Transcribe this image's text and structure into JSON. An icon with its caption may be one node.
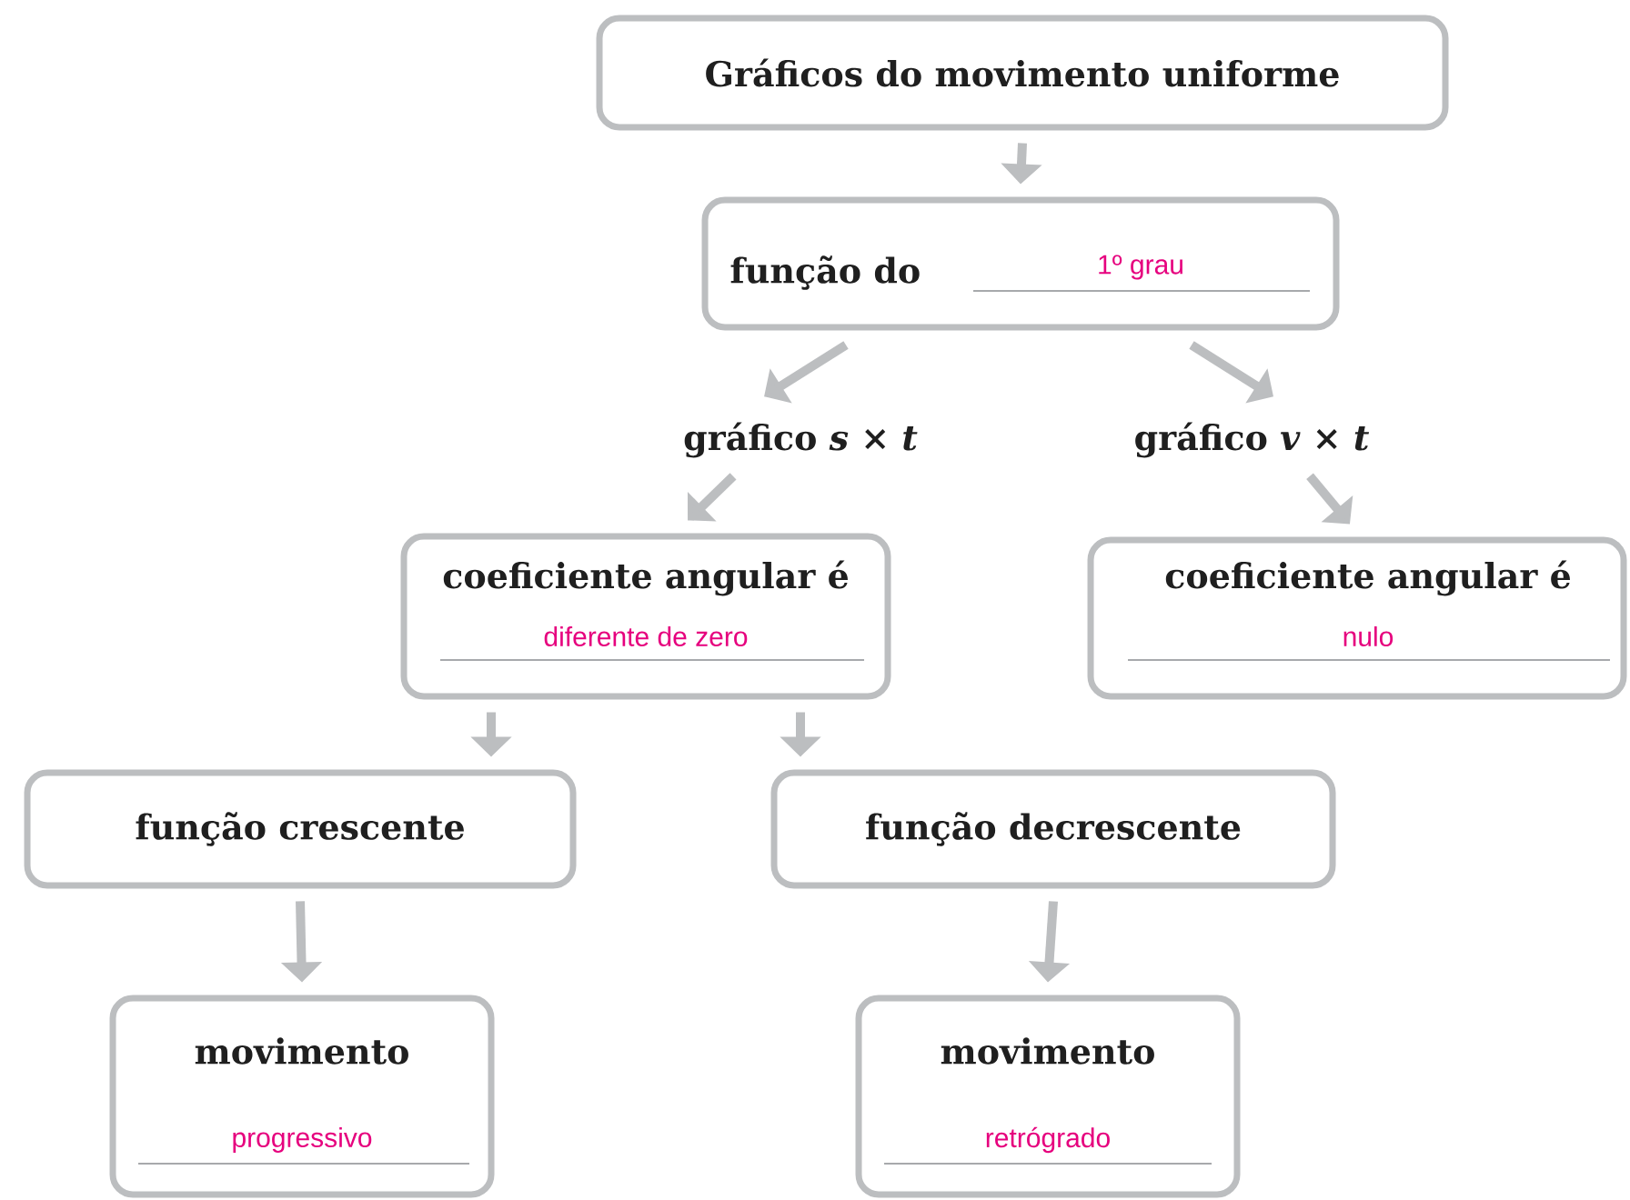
{
  "diagram": {
    "nodes": [
      {
        "text": [
          "Gráficos do movimento uniforme"
        ]
      },
      {
        "text": [
          "função do",
          "1º grau"
        ]
      },
      {
        "text": [
          "gráfico *s* × *t*"
        ]
      },
      {
        "text": [
          "gráfico *v* × *t*"
        ]
      },
      {
        "text": [
          "coeficiente angular é",
          "diferente de zero"
        ]
      },
      {
        "text": [
          "coeficiente angular é",
          "nulo"
        ]
      },
      {
        "text": [
          "função crescente"
        ]
      },
      {
        "text": [
          "função decrescente"
        ]
      },
      {
        "text": [
          "movimento",
          "progressivo"
        ]
      },
      {
        "text": [
          "movimento",
          "retrógrado"
        ]
      }
    ],
    "edges": [
      {
        "from": 0,
        "to": 1,
        "arrow": "to"
      },
      {
        "from": 1,
        "to": 2,
        "arrow": "to"
      },
      {
        "from": 1,
        "to": 3,
        "arrow": "to"
      },
      {
        "from": 2,
        "to": 4,
        "arrow": "to"
      },
      {
        "from": 3,
        "to": 5,
        "arrow": "to"
      },
      {
        "from": 4,
        "to": 6,
        "arrow": "to"
      },
      {
        "from": 4,
        "to": 7,
        "arrow": "to"
      },
      {
        "from": 6,
        "to": 8,
        "arrow": "to"
      },
      {
        "from": 7,
        "to": 9,
        "arrow": "to"
      }
    ]
  }
}
